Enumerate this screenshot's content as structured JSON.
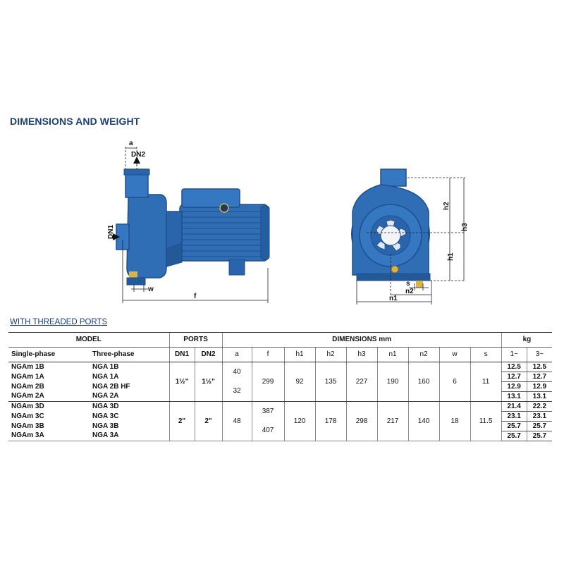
{
  "page": {
    "title": "DIMENSIONS AND WEIGHT",
    "section_label": "WITH THREADED PORTS"
  },
  "drawing_labels": {
    "a": "a",
    "dn2": "DN2",
    "dn1": "DN1",
    "w": "w",
    "f": "f",
    "h1": "h1",
    "h2": "h2",
    "h3": "h3",
    "s": "s",
    "n1": "n1",
    "n2": "n2"
  },
  "colors": {
    "pump_blue": "#2f6db5",
    "pump_dark": "#1d4e8f",
    "title_blue": "#1c3f7a"
  },
  "table": {
    "header": {
      "model": "MODEL",
      "ports": "PORTS",
      "dimensions": "DIMENSIONS mm",
      "kg": "kg",
      "single_phase": "Single-phase",
      "three_phase": "Three-phase",
      "dn1": "DN1",
      "dn2": "DN2",
      "a": "a",
      "f": "f",
      "h1": "h1",
      "h2": "h2",
      "h3": "h3",
      "n1": "n1",
      "n2": "n2",
      "w": "w",
      "s": "s",
      "kg1": "1~",
      "kg3": "3~"
    },
    "rows": [
      {
        "single": "NGAm 1B",
        "three": "NGA 1B",
        "kg1": "12.5",
        "kg3": "12.5"
      },
      {
        "single": "NGAm 1A",
        "three": "NGA 1A",
        "kg1": "12.7",
        "kg3": "12.7"
      },
      {
        "single": "NGAm 2B",
        "three": "NGA 2B HF",
        "kg1": "12.9",
        "kg3": "12.9"
      },
      {
        "single": "NGAm 2A",
        "three": "NGA 2A",
        "kg1": "13.1",
        "kg3": "13.1"
      },
      {
        "single": "NGAm 3D",
        "three": "NGA 3D",
        "kg1": "21.4",
        "kg3": "22.2"
      },
      {
        "single": "NGAm 3C",
        "three": "NGA 3C",
        "kg1": "23.1",
        "kg3": "23.1"
      },
      {
        "single": "NGAm 3B",
        "three": "NGA 3B",
        "kg1": "25.7",
        "kg3": "25.7"
      },
      {
        "single": "NGAm 3A",
        "three": "NGA 3A",
        "kg1": "25.7",
        "kg3": "25.7"
      }
    ],
    "group1": {
      "dn1": "1½\"",
      "dn2": "1½\"",
      "a_top": "40",
      "a_bottom": "32",
      "f": "299",
      "h1": "92",
      "h2": "135",
      "h3": "227",
      "n1": "190",
      "n2": "160",
      "w": "6",
      "s": "11"
    },
    "group2": {
      "dn1": "2\"",
      "dn2": "2\"",
      "a": "48",
      "f_top": "387",
      "f_bottom": "407",
      "h1": "120",
      "h2": "178",
      "h3": "298",
      "n1": "217",
      "n2": "140",
      "w": "18",
      "s": "11.5"
    }
  }
}
